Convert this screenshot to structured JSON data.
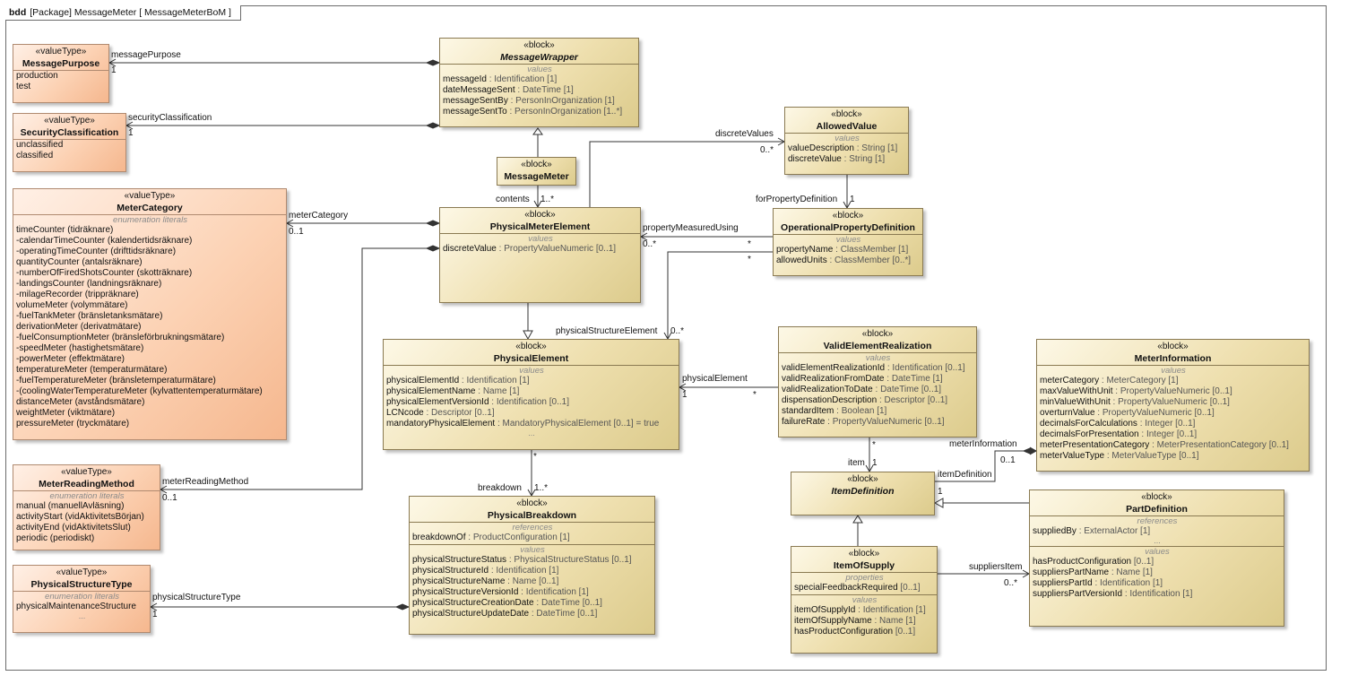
{
  "frame": {
    "kind": "bdd",
    "title": "[Package] MessageMeter [ MessageMeterBoM ]"
  },
  "boxes": {
    "messagePurpose": {
      "stereo": "«valueType»",
      "name": "MessagePurpose",
      "sections": [
        {
          "rows": [
            {
              "n": "production"
            },
            {
              "n": "test"
            }
          ]
        }
      ]
    },
    "securityClassification": {
      "stereo": "«valueType»",
      "name": "SecurityClassification",
      "sections": [
        {
          "rows": [
            {
              "n": "unclassified"
            },
            {
              "n": "classified"
            }
          ]
        }
      ]
    },
    "meterCategory": {
      "stereo": "«valueType»",
      "name": "MeterCategory",
      "sections": [
        {
          "title": "enumeration literals",
          "rows": [
            {
              "n": "timeCounter (tidräknare)"
            },
            {
              "n": "-calendarTimeCounter (kalendertidsräknare)"
            },
            {
              "n": "-operatingTimeCounter (drifttidsräknare)"
            },
            {
              "n": "quantityCounter (antalsräknare)"
            },
            {
              "n": "-numberOfFiredShotsCounter (skotträknare)"
            },
            {
              "n": "-landingsCounter (landningsräknare)"
            },
            {
              "n": "-milageRecorder (trippräknare)"
            },
            {
              "n": "volumeMeter (volymmätare)"
            },
            {
              "n": "-fuelTankMeter (bränsletanksmätare)"
            },
            {
              "n": "derivationMeter (derivatmätare)"
            },
            {
              "n": "-fuelConsumptionMeter (bränsleförbrukningsmätare)"
            },
            {
              "n": "-speedMeter (hastighetsmätare)"
            },
            {
              "n": "-powerMeter (effektmätare)"
            },
            {
              "n": "temperatureMeter (temperaturmätare)"
            },
            {
              "n": "-fuelTemperatureMeter (bränsletemperaturmätare)"
            },
            {
              "n": "-(coolingWaterTemperatureMeter (kylvattentemperaturmätare)"
            },
            {
              "n": "distanceMeter (avståndsmätare)"
            },
            {
              "n": "weightMeter (viktmätare)"
            },
            {
              "n": "pressureMeter (tryckmätare)"
            }
          ]
        }
      ]
    },
    "meterReadingMethod": {
      "stereo": "«valueType»",
      "name": "MeterReadingMethod",
      "sections": [
        {
          "title": "enumeration literals",
          "rows": [
            {
              "n": "manual (manuellAvläsning)"
            },
            {
              "n": "activityStart (vidAktivitetsBörjan)"
            },
            {
              "n": "activityEnd (vidAktivitetsSlut)"
            },
            {
              "n": "periodic (periodiskt)"
            }
          ]
        }
      ]
    },
    "physicalStructureType": {
      "stereo": "«valueType»",
      "name": "PhysicalStructureType",
      "sections": [
        {
          "title": "enumeration literals",
          "rows": [
            {
              "n": "physicalMaintenanceStructure"
            }
          ],
          "more": "..."
        }
      ]
    },
    "messageWrapper": {
      "stereo": "«block»",
      "name": "MessageWrapper",
      "italic": true,
      "sections": [
        {
          "title": "values",
          "rows": [
            {
              "n": "messageId",
              "t": " : Identification [1]"
            },
            {
              "n": "dateMessageSent",
              "t": " : DateTime [1]"
            },
            {
              "n": "messageSentBy",
              "t": " : PersonInOrganization [1]"
            },
            {
              "n": "messageSentTo",
              "t": " : PersonInOrganization [1..*]"
            }
          ]
        }
      ]
    },
    "messageMeter": {
      "stereo": "«block»",
      "name": "MessageMeter",
      "sections": []
    },
    "physicalMeterElement": {
      "stereo": "«block»",
      "name": "PhysicalMeterElement",
      "sections": [
        {
          "title": "values",
          "rows": [
            {
              "n": "discreteValue",
              "t": " : PropertyValueNumeric [0..1]"
            }
          ]
        }
      ]
    },
    "allowedValue": {
      "stereo": "«block»",
      "name": "AllowedValue",
      "sections": [
        {
          "title": "values",
          "rows": [
            {
              "n": "valueDescription",
              "t": " : String [1]"
            },
            {
              "n": "discreteValue",
              "t": " : String [1]"
            }
          ]
        }
      ]
    },
    "operationalPropertyDefinition": {
      "stereo": "«block»",
      "name": "OperationalPropertyDefinition",
      "sections": [
        {
          "title": "values",
          "rows": [
            {
              "n": "propertyName",
              "t": " : ClassMember [1]"
            },
            {
              "n": "allowedUnits",
              "t": " : ClassMember [0..*]"
            }
          ]
        }
      ]
    },
    "physicalElement": {
      "stereo": "«block»",
      "name": "PhysicalElement",
      "sections": [
        {
          "title": "values",
          "rows": [
            {
              "n": "physicalElementId",
              "t": " : Identification [1]"
            },
            {
              "n": "physicalElementName",
              "t": " : Name [1]"
            },
            {
              "n": "physicalElementVersionId",
              "t": " : Identification [0..1]"
            },
            {
              "n": "LCNcode",
              "t": " : Descriptor [0..1]"
            },
            {
              "n": "mandatoryPhysicalElement",
              "t": " : MandatoryPhysicalElement [0..1] = true"
            }
          ],
          "more": "..."
        }
      ]
    },
    "physicalBreakdown": {
      "stereo": "«block»",
      "name": "PhysicalBreakdown",
      "sections": [
        {
          "title": "references",
          "rows": [
            {
              "n": "breakdownOf",
              "t": " : ProductConfiguration [1]"
            }
          ]
        },
        {
          "title": "values",
          "rows": [
            {
              "n": "physicalStructureStatus",
              "t": " : PhysicalStructureStatus [0..1]"
            },
            {
              "n": "physicalStructureId",
              "t": " : Identification [1]"
            },
            {
              "n": "physicalStructureName",
              "t": " : Name [0..1]"
            },
            {
              "n": "physicalStructureVersionId",
              "t": " : Identification [1]"
            },
            {
              "n": "physicalStructureCreationDate",
              "t": " : DateTime [0..1]"
            },
            {
              "n": "physicalStructureUpdateDate",
              "t": " : DateTime [0..1]"
            }
          ]
        }
      ]
    },
    "validElementRealization": {
      "stereo": "«block»",
      "name": "ValidElementRealization",
      "sections": [
        {
          "title": "values",
          "rows": [
            {
              "n": "validElementRealizationId",
              "t": " : Identification [0..1]"
            },
            {
              "n": "validRealizationFromDate",
              "t": " : DateTime [1]"
            },
            {
              "n": "validRealizationToDate",
              "t": " : DateTime [0..1]"
            },
            {
              "n": "dispensationDescription",
              "t": " : Descriptor [0..1]"
            },
            {
              "n": "standardItem",
              "t": " : Boolean [1]"
            },
            {
              "n": "failureRate",
              "t": " : PropertyValueNumeric [0..1]"
            }
          ]
        }
      ]
    },
    "itemDefinition": {
      "stereo": "«block»",
      "name": "ItemDefinition",
      "italic": true,
      "sections": []
    },
    "itemOfSupply": {
      "stereo": "«block»",
      "name": "ItemOfSupply",
      "sections": [
        {
          "title": "properties",
          "rows": [
            {
              "n": "specialFeedbackRequired",
              "t": " [0..1]"
            }
          ]
        },
        {
          "title": "values",
          "rows": [
            {
              "n": "itemOfSupplyId",
              "t": " : Identification [1]"
            },
            {
              "n": "itemOfSupplyName",
              "t": " : Name [1]"
            },
            {
              "n": "hasProductConfiguration",
              "t": " [0..1]"
            }
          ]
        }
      ]
    },
    "meterInformation": {
      "stereo": "«block»",
      "name": "MeterInformation",
      "sections": [
        {
          "title": "values",
          "rows": [
            {
              "n": "meterCategory",
              "t": " : MeterCategory [1]"
            },
            {
              "n": "maxValueWithUnit",
              "t": " : PropertyValueNumeric [0..1]"
            },
            {
              "n": "minValueWithUnit",
              "t": " : PropertyValueNumeric [0..1]"
            },
            {
              "n": "overturnValue",
              "t": " : PropertyValueNumeric [0..1]"
            },
            {
              "n": "decimalsForCalculations",
              "t": " : Integer [0..1]"
            },
            {
              "n": "decimalsForPresentation",
              "t": " : Integer [0..1]"
            },
            {
              "n": "meterPresentationCategory",
              "t": " : MeterPresentationCategory [0..1]"
            },
            {
              "n": "meterValueType",
              "t": " : MeterValueType [0..1]"
            }
          ]
        }
      ]
    },
    "partDefinition": {
      "stereo": "«block»",
      "name": "PartDefinition",
      "sections": [
        {
          "title": "references",
          "rows": [
            {
              "n": "suppliedBy",
              "t": " : ExternalActor [1]"
            }
          ],
          "more": "..."
        },
        {
          "title": "values",
          "rows": [
            {
              "n": "hasProductConfiguration",
              "t": " [0..1]"
            },
            {
              "n": "suppliersPartName",
              "t": " : Name [1]"
            },
            {
              "n": "suppliersPartId",
              "t": " : Identification [1]"
            },
            {
              "n": "suppliersPartVersionId",
              "t": " : Identification [1]"
            }
          ]
        }
      ]
    }
  },
  "labels": {
    "messagePurpose": "messagePurpose",
    "messagePurpose_mult": "1",
    "securityClassification": "securityClassification",
    "securityClassification_mult": "1",
    "meterCategory": "meterCategory",
    "meterCategory_mult": "0..1",
    "meterReadingMethod": "meterReadingMethod",
    "meterReadingMethod_mult": "0..1",
    "physicalStructureType": "physicalStructureType",
    "physicalStructureType_mult": "1",
    "contents": "contents",
    "contents_mult": "1..*",
    "discreteValues": "discreteValues",
    "discreteValues_mult": "0..*",
    "forPropertyDefinition": "forPropertyDefinition",
    "forPropertyDefinition_mult": "1",
    "propertyMeasuredUsing": "propertyMeasuredUsing",
    "propertyMeasuredUsing_mult": "0..*",
    "propertyMeasuredUsing_star": "*",
    "physicalStructureElement": "physicalStructureElement",
    "physicalStructureElement_mult": "0..*",
    "physicalStructureElement_star": "*",
    "physicalElement": "physicalElement",
    "physicalElement_mult": "1",
    "physicalElement_star": "*",
    "breakdown": "breakdown",
    "breakdown_mult": "1..*",
    "breakdown_star": "*",
    "item": "item",
    "item_mult": "1",
    "item_star": "*",
    "meterInformation": "meterInformation",
    "meterInformation_mult": "0..1",
    "itemDefinition": "itemDefinition",
    "itemDefinition_mult": "1",
    "suppliersItem": "suppliersItem",
    "suppliersItem_mult": "0..*"
  }
}
